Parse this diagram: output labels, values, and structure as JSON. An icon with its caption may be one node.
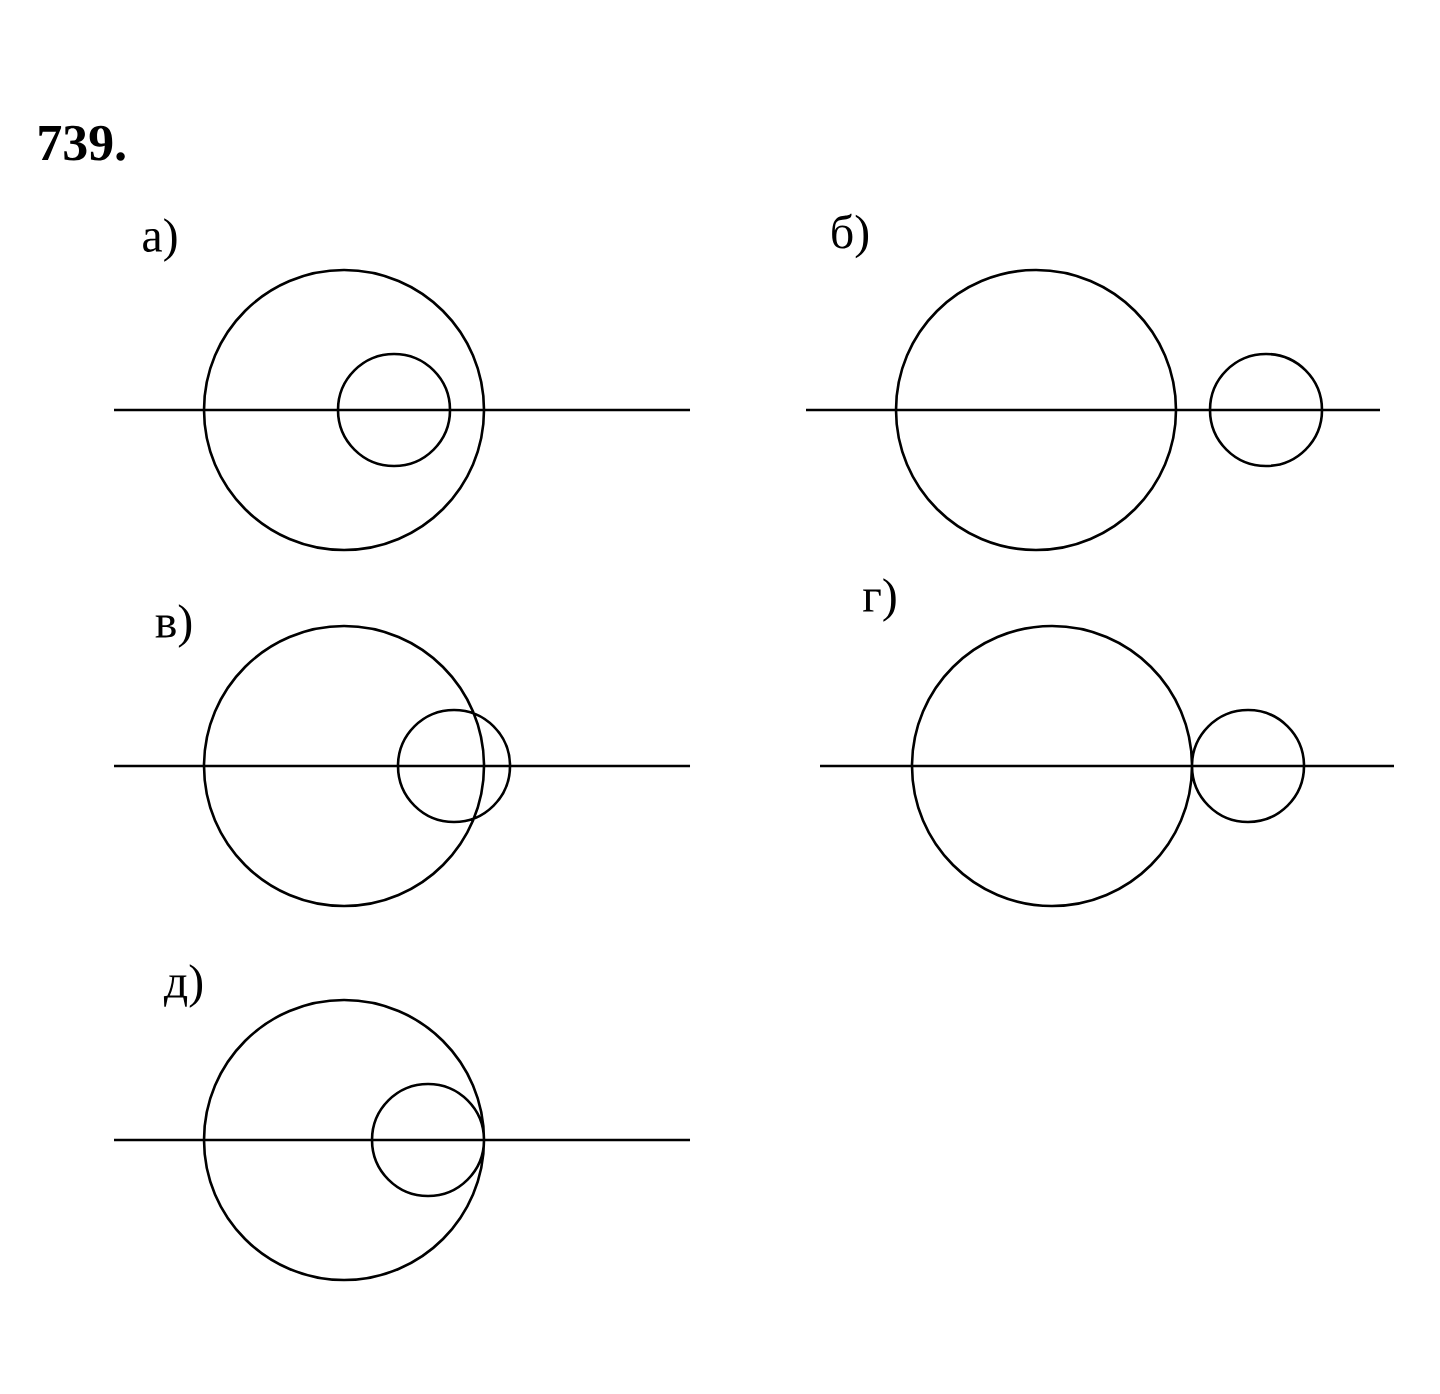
{
  "diagram": {
    "title": "739.",
    "labels": [
      "а)",
      "б)",
      "в)",
      "г)",
      "д)"
    ]
  }
}
